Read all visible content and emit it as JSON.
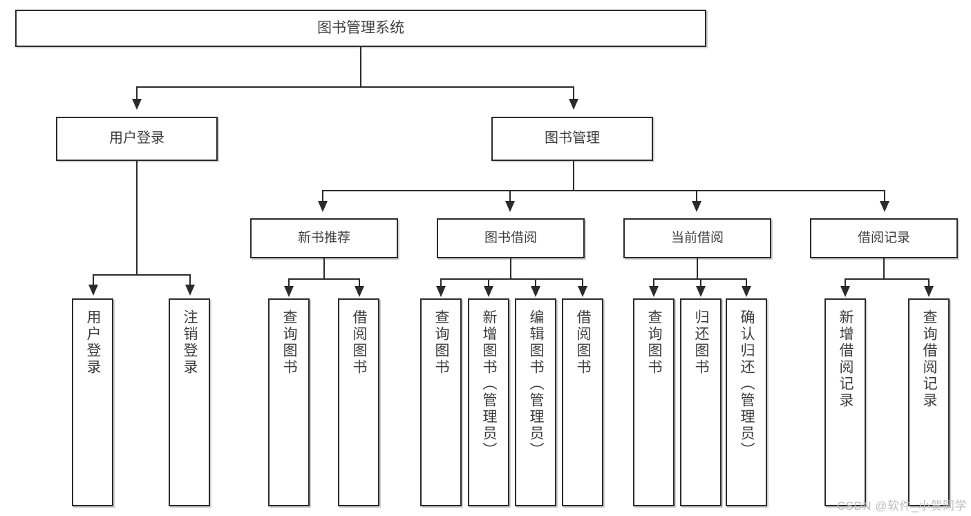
{
  "diagram": {
    "title": "图书管理系统",
    "watermark": "CSDN @软件_小贺同学",
    "type": "tree-hierarchy",
    "line_color": "#2b2b2b",
    "text_color": "#3d3d3d",
    "background": "#ffffff",
    "watermark_color": "#bdbdbd"
  },
  "nodes": {
    "root": {
      "label": "图书管理系统"
    },
    "level1": [
      {
        "id": "user-login",
        "label": "用户登录"
      },
      {
        "id": "book-management",
        "label": "图书管理"
      }
    ],
    "level2": [
      {
        "id": "new-book-recommend",
        "label": "新书推荐"
      },
      {
        "id": "book-borrow",
        "label": "图书借阅"
      },
      {
        "id": "current-borrow",
        "label": "当前借阅"
      },
      {
        "id": "borrow-record",
        "label": "借阅记录"
      }
    ],
    "leaves": {
      "user_login": [
        {
          "id": "leaf-user-login",
          "label": "用户登录"
        },
        {
          "id": "leaf-logout",
          "label": "注销登录"
        }
      ],
      "new_book_recommend": [
        {
          "id": "leaf-query-book-1",
          "label": "查询图书"
        },
        {
          "id": "leaf-borrow-book-1",
          "label": "借阅图书"
        }
      ],
      "book_borrow": [
        {
          "id": "leaf-query-book-2",
          "label": "查询图书"
        },
        {
          "id": "leaf-add-book",
          "label": "新增图书（管理员）"
        },
        {
          "id": "leaf-edit-book",
          "label": "编辑图书（管理员）"
        },
        {
          "id": "leaf-borrow-book-2",
          "label": "借阅图书"
        }
      ],
      "current_borrow": [
        {
          "id": "leaf-query-book-3",
          "label": "查询图书"
        },
        {
          "id": "leaf-return-book",
          "label": "归还图书"
        },
        {
          "id": "leaf-confirm-return",
          "label": "确认归还（管理员）"
        }
      ],
      "borrow_record": [
        {
          "id": "leaf-add-record",
          "label": "新增借阅记录"
        },
        {
          "id": "leaf-query-record",
          "label": "查询借阅记录"
        }
      ]
    }
  }
}
